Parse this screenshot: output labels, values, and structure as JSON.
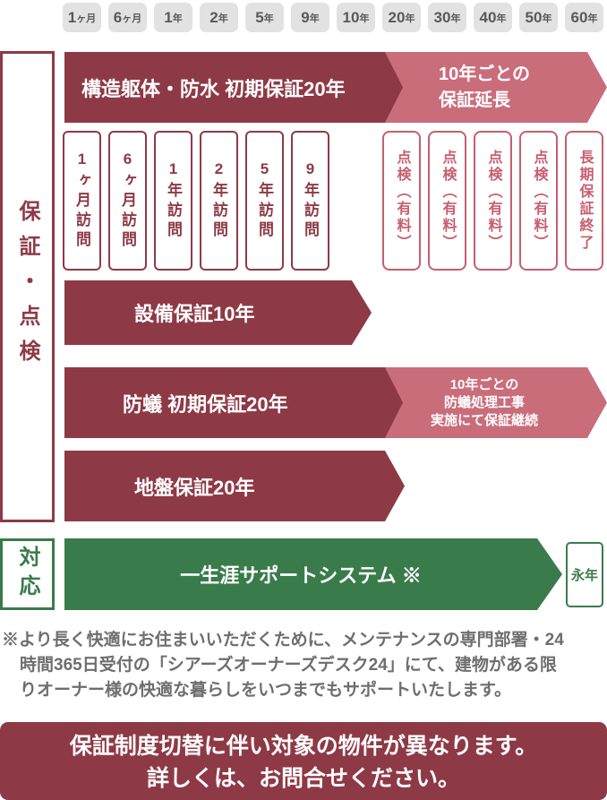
{
  "colors": {
    "dark_red": "#8e3a46",
    "pink": "#ca6d7b",
    "inspection_pink": "#c75e6f",
    "green": "#3a7b4b",
    "gray_box_bg": "#e2e2e2",
    "gray_text": "#595959",
    "footnote_gray": "#6e6e6e"
  },
  "timeline": {
    "labels": [
      {
        "num": "1",
        "unit": "ヶ月"
      },
      {
        "num": "6",
        "unit": "ヶ月"
      },
      {
        "num": "1",
        "unit": "年"
      },
      {
        "num": "2",
        "unit": "年"
      },
      {
        "num": "5",
        "unit": "年"
      },
      {
        "num": "9",
        "unit": "年"
      },
      {
        "num": "10",
        "unit": "年"
      },
      {
        "num": "20",
        "unit": "年"
      },
      {
        "num": "30",
        "unit": "年"
      },
      {
        "num": "40",
        "unit": "年"
      },
      {
        "num": "50",
        "unit": "年"
      },
      {
        "num": "60",
        "unit": "年"
      }
    ]
  },
  "sidebar": {
    "warranty_label": "保証・点検",
    "support_label": "対応"
  },
  "bars": {
    "structure": {
      "main": "構造躯体・防水 初期保証20年",
      "extension_line1": "10年ごとの",
      "extension_line2": "保証延長"
    },
    "equipment": {
      "main": "設備保証10年"
    },
    "termite": {
      "main": "防蟻 初期保証20年",
      "extension_line1": "10年ごとの",
      "extension_line2": "防蟻処理工事",
      "extension_line3": "実施にて保証継続"
    },
    "ground": {
      "main": "地盤保証20年"
    },
    "support": {
      "main": "一生涯サポートシステム ※",
      "forever": "永年"
    }
  },
  "visits": [
    "1ヶ月訪問",
    "6ヶ月訪問",
    "1年訪問",
    "2年訪問",
    "5年訪問",
    "9年訪問"
  ],
  "inspections": [
    "点検（有料）",
    "点検（有料）",
    "点検（有料）",
    "点検（有料）",
    "長期保証終了"
  ],
  "footnote": {
    "line1": "※より長く快適にお住まいいただくために、メンテナンスの専門部署・24",
    "line2": "時間365日受付の「シアーズオーナーズデスク24」にて、建物がある限",
    "line3": "りオーナー様の快適な暮らしをいつまでもサポートいたします。"
  },
  "notice": {
    "line1": "保証制度切替に伴い対象の物件が異なります。",
    "line2": "詳しくは、お問合せください。"
  }
}
